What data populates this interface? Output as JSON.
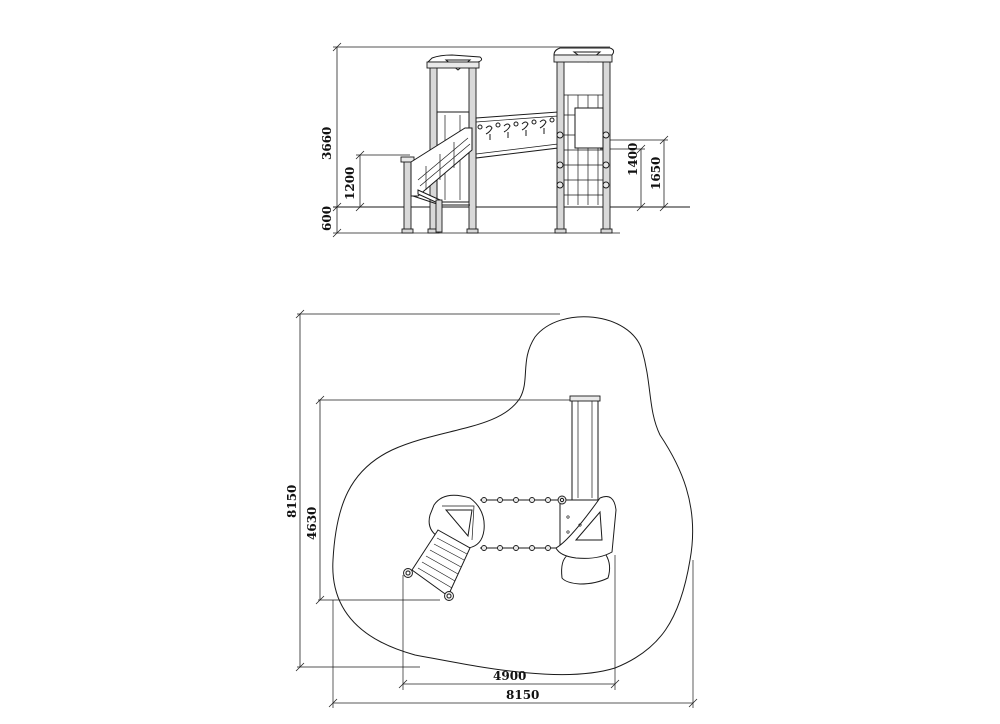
{
  "dimensions": {
    "total_height": "3660",
    "foundation_depth": "600",
    "platform_low_height": "1200",
    "platform_high_height_1": "1400",
    "platform_high_height_2": "1650",
    "plan_total_depth": "8150",
    "plan_equipment_depth": "4630",
    "plan_equipment_width": "4900",
    "plan_total_width": "8150"
  }
}
